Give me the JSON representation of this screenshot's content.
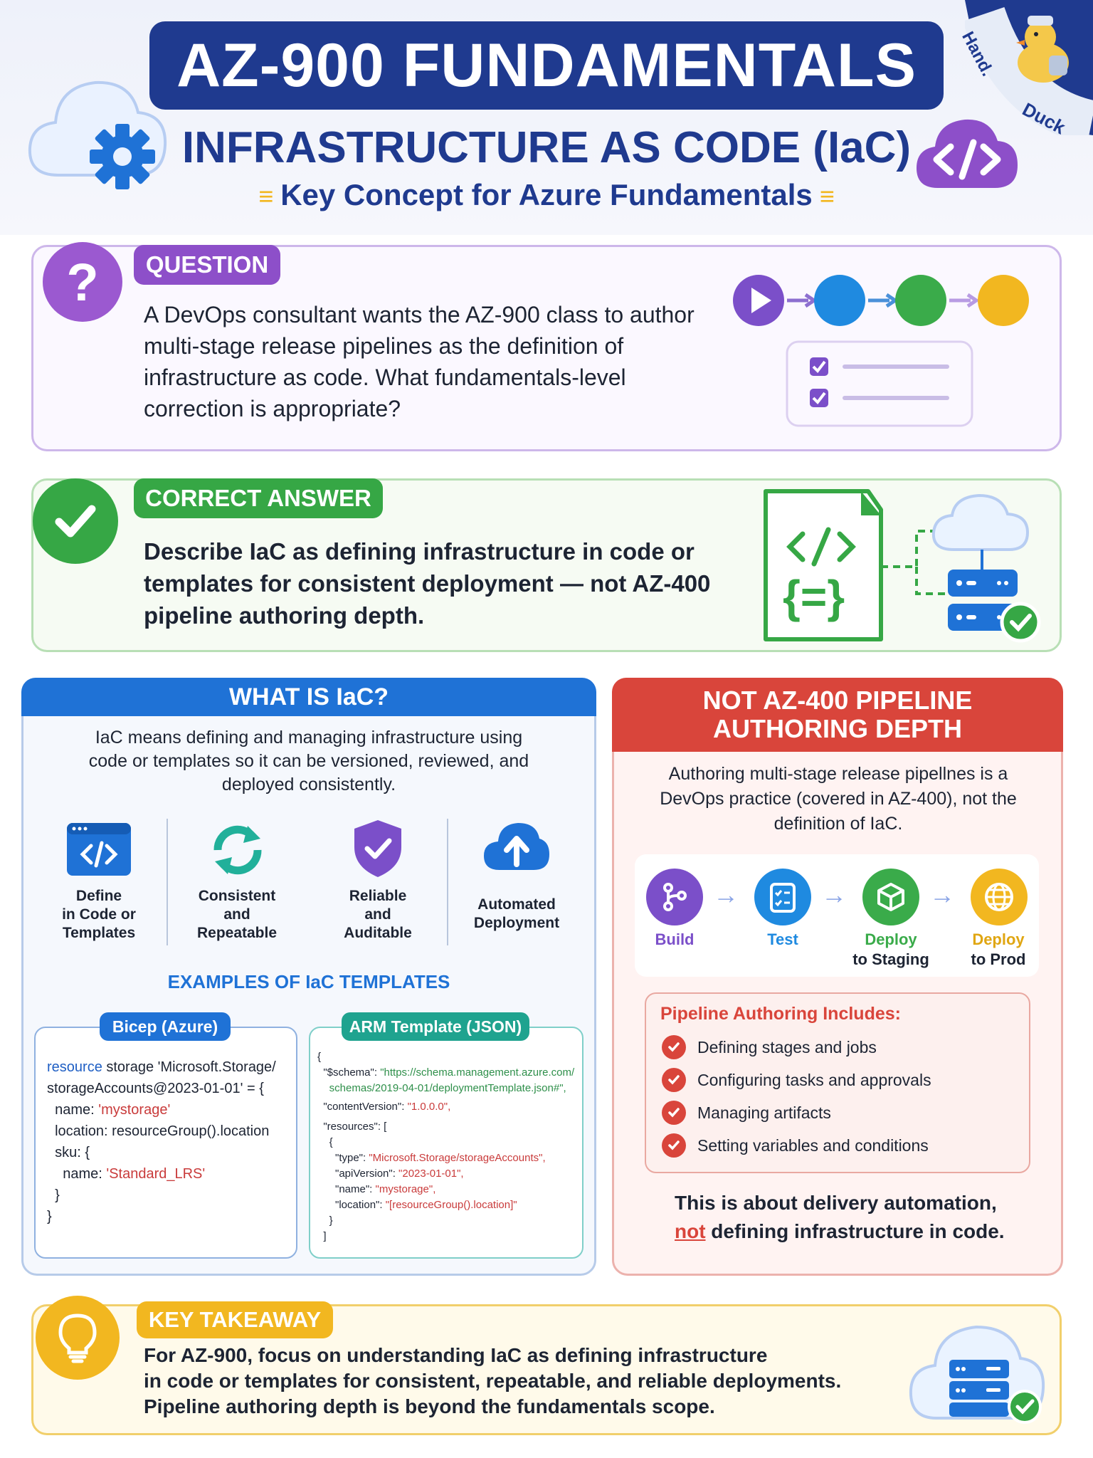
{
  "header": {
    "title": "AZ-900 FUNDAMENTALS",
    "subtitle": "INFRASTRUCTURE AS CODE (IaC)",
    "tagline": "Key Concept for Azure Fundamentals",
    "mascot_text_top": "Hand.",
    "mascot_text_bottom": "Duck"
  },
  "question": {
    "label": "QUESTION",
    "mark": "?",
    "text": "A DevOps consultant wants the AZ-900 class to author multi-stage release pipelines as the definition of infrastructure as code. What fundamentals-level correction is appropriate?"
  },
  "answer": {
    "label": "CORRECT ANSWER",
    "text": "Describe IaC as defining infrastructure in code or templates for consistent deployment — not AZ-400 pipeline authoring depth."
  },
  "what_is": {
    "heading": "WHAT IS IaC?",
    "intro": "IaC means defining and managing infrastructure using code or templates so it can be versioned, reviewed, and deployed consistently.",
    "features": [
      {
        "icon": "code-window-icon",
        "line1": "Define",
        "line2": "in Code or",
        "line3": "Templates"
      },
      {
        "icon": "refresh-icon",
        "line1": "Consistent",
        "line2": "and",
        "line3": "Repeatable"
      },
      {
        "icon": "shield-check-icon",
        "line1": "Reliable",
        "line2": "and",
        "line3": "Auditable"
      },
      {
        "icon": "cloud-upload-icon",
        "line1": "Automated",
        "line2": "Deployment"
      }
    ],
    "examples_title": "EXAMPLES OF IaC TEMPLATES",
    "bicep_label": "Bicep (Azure)",
    "arm_label": "ARM Template (JSON)",
    "bicep": {
      "l1_kw": "resource",
      "l1_rest": " storage 'Microsoft.Storage/",
      "l2": "storageAccounts@2023-01-01' = {",
      "l3_key": "  name: ",
      "l3_val": "'mystorage'",
      "l4": "  location: resourceGroup().location",
      "l5": "  sku: {",
      "l6_key": "    name: ",
      "l6_val": "'Standard_LRS'",
      "l7": "  }",
      "l8": "}"
    },
    "arm": {
      "l1": "{",
      "l2_key": "  \"$schema\": ",
      "l2_val": "\"https://schema.management.azure.com/",
      "l3_val": "    schemas/2019-04-01/deploymentTemplate.json#\",",
      "l4_key": "  \"contentVersion\": ",
      "l4_val": "\"1.0.0.0\",",
      "l5": "  \"resources\": [",
      "l6": "    {",
      "l7_key": "      \"type\": ",
      "l7_val": "\"Microsoft.Storage/storageAccounts\",",
      "l8_key": "      \"apiVersion\": ",
      "l8_val": "\"2023-01-01\",",
      "l9_key": "      \"name\": ",
      "l9_val": "\"mystorage\",",
      "l10_key": "      \"location\": ",
      "l10_val": "\"[resourceGroup().location]\"",
      "l11": "    }",
      "l12": "  ]"
    }
  },
  "not_az400": {
    "heading_line1": "NOT AZ-400 PIPELINE",
    "heading_line2": "AUTHORING DEPTH",
    "intro": "Authoring multi-stage release pipellnes is a DevOps practice (covered in AZ-400), not the definition of IaC.",
    "steps": [
      {
        "icon": "branch-icon",
        "line1": "Build",
        "line2": "",
        "color": "#7b4fc9"
      },
      {
        "icon": "checklist-icon",
        "line1": "Test",
        "line2": "",
        "color": "#1f8ae0"
      },
      {
        "icon": "cube-icon",
        "line1": "Deploy",
        "line2": "to Staging",
        "color": "#3aab4a"
      },
      {
        "icon": "globe-icon",
        "line1": "Deploy",
        "line2": "to Prod",
        "color": "#f2b720"
      }
    ],
    "includes_title": "Pipeline Authoring Includes:",
    "includes": [
      "Defining stages and jobs",
      "Configuring tasks and approvals",
      "Managing artifacts",
      "Setting variables and conditions"
    ],
    "footer_l1": "This is about delivery automation,",
    "footer_not": "not",
    "footer_l2": " defining infrastructure in code."
  },
  "takeaway": {
    "label": "KEY TAKEAWAY",
    "line1": "For AZ-900, focus on understanding IaC as defining infrastructure",
    "line2": "in code or templates for consistent, repeatable, and reliable deployments.",
    "line3": "Pipeline authoring depth is beyond the fundamentals scope."
  },
  "colors": {
    "navy": "#1f3a8f",
    "purple": "#8d4fc9",
    "green": "#36a745",
    "blue": "#1f72d6",
    "red": "#d9453b",
    "yellow": "#f2b720"
  }
}
